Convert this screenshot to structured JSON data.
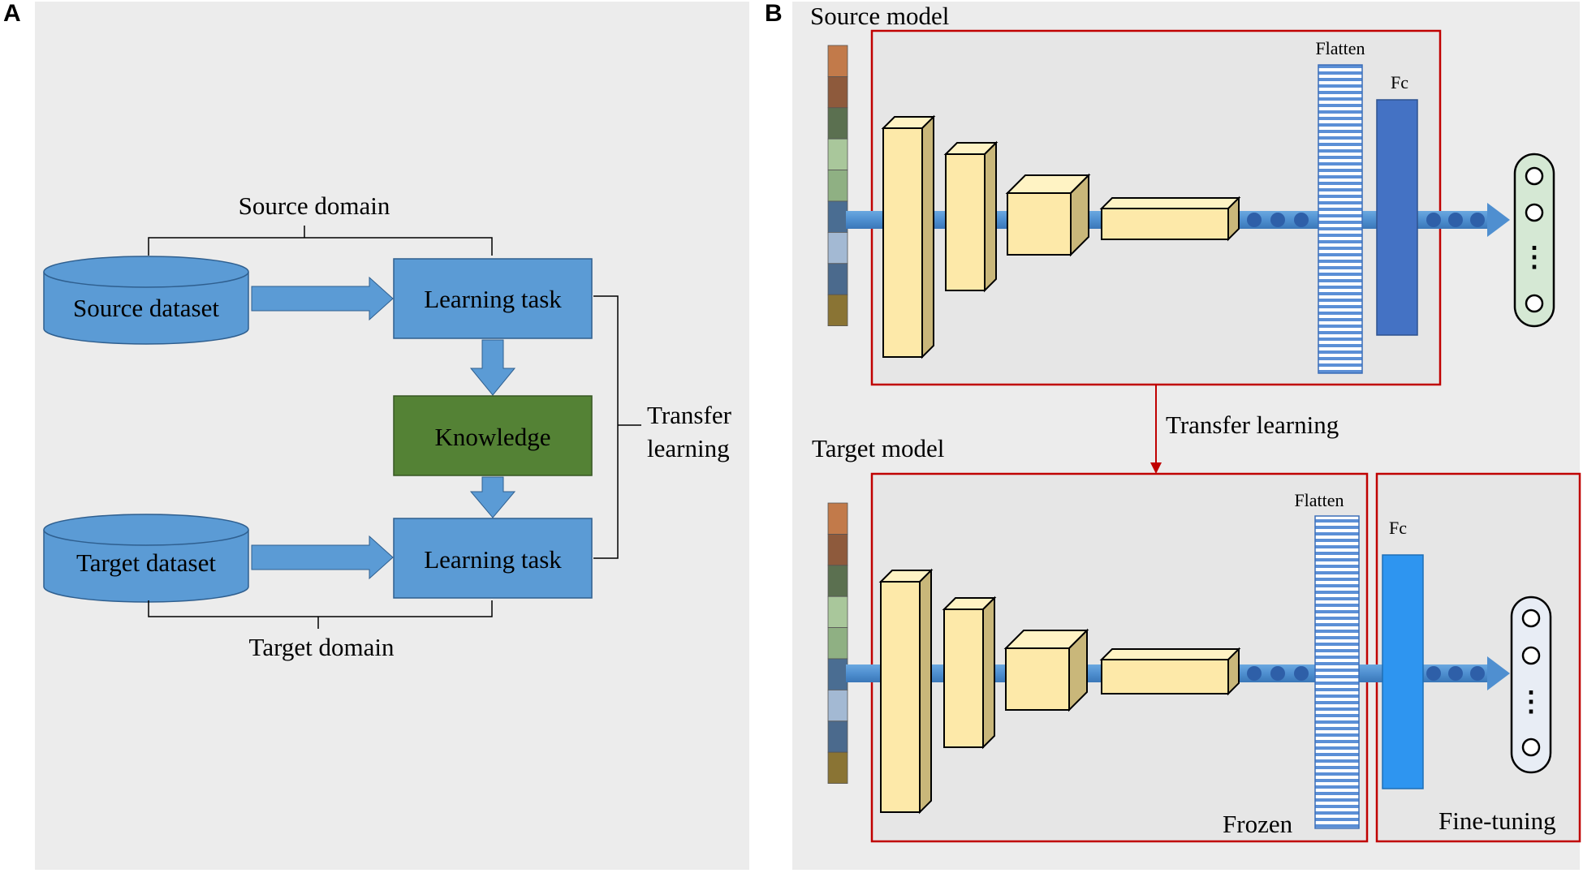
{
  "panel_a": {
    "letter": "A",
    "source_domain": "Source domain",
    "target_domain": "Target domain",
    "source_dataset": "Source dataset",
    "target_dataset": "Target dataset",
    "learning_task_top": "Learning task",
    "learning_task_bottom": "Learning task",
    "knowledge": "Knowledge",
    "transfer_line1": "Transfer",
    "transfer_line2": "learning"
  },
  "panel_b": {
    "letter": "B",
    "source_model": "Source model",
    "target_model": "Target model",
    "transfer_learning": "Transfer learning",
    "flatten_top": "Flatten",
    "flatten_bottom": "Flatten",
    "fc_top": "Fc",
    "fc_bottom": "Fc",
    "frozen": "Frozen",
    "fine_tuning": "Fine-tuning",
    "input_strip_colors": [
      "#c27a4a",
      "#8e5a3c",
      "#5b7050",
      "#a9c79b",
      "#8fb083",
      "#4a6d92",
      "#a3b9d3",
      "#4b6a8d",
      "#8a7434"
    ],
    "output_dots": "⋮"
  },
  "colors": {
    "box_blue": "#5b9bd5",
    "knowledge_green": "#548235",
    "fc_top": "#4472c4",
    "fc_bottom": "#2e95f0",
    "frame_red": "#c00000",
    "layer_yellow": "#fde9a9",
    "panel_bg": "#ececec"
  }
}
